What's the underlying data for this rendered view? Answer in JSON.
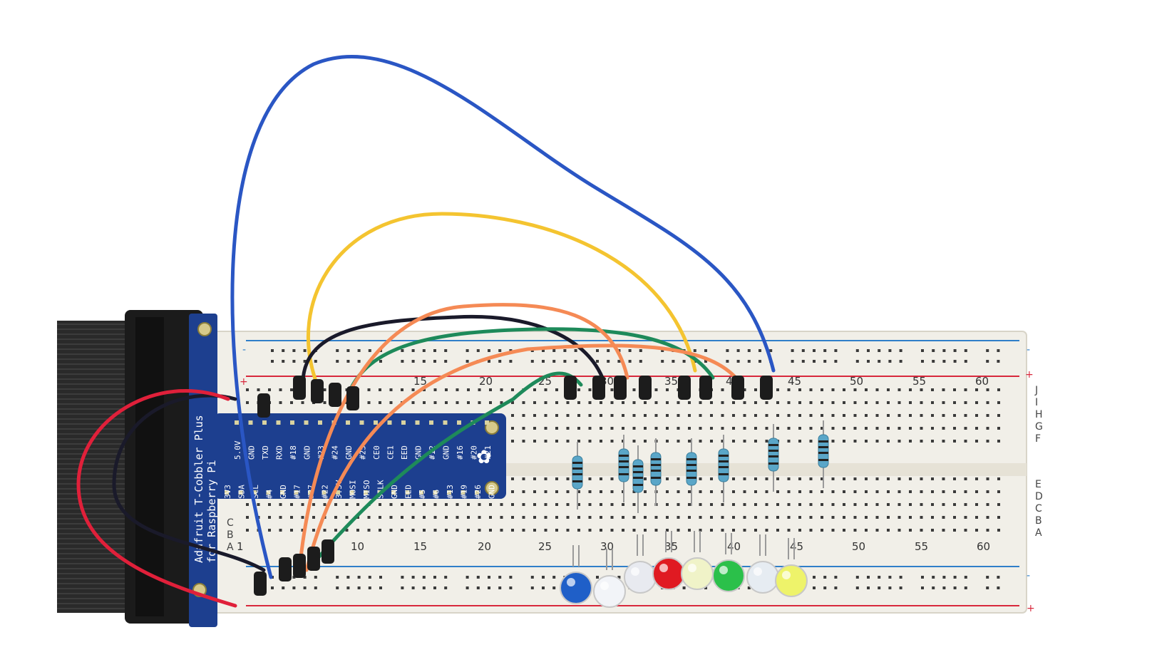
{
  "breadboard": {
    "column_numbers_top": [
      "15",
      "20",
      "25",
      "30",
      "35",
      "40",
      "45",
      "50",
      "55",
      "60"
    ],
    "column_numbers_bottom": [
      "1",
      "10",
      "15",
      "20",
      "25",
      "30",
      "35",
      "40",
      "45",
      "50",
      "55",
      "60"
    ],
    "row_letters_top": [
      "J",
      "I",
      "H",
      "G",
      "F"
    ],
    "row_letters_bottom": [
      "E",
      "D",
      "C",
      "B",
      "A"
    ],
    "rail_minus": "-",
    "rail_plus": "+",
    "colors": {
      "board": "#f1efe8",
      "rail_red": "#d8283c",
      "rail_blue": "#2f7fc9",
      "hole": "#3a3a3a"
    }
  },
  "cobbler": {
    "title_line1": "Adafruit T-Cobbler Plus",
    "title_line2": "for Raspberry Pi",
    "pins_top": [
      "5.0V",
      "GND",
      "TXD",
      "RXD",
      "#18",
      "GND",
      "#23",
      "#24",
      "GND",
      "#25",
      "CE0",
      "CE1",
      "EED",
      "GND",
      "#12",
      "GND",
      "#16",
      "#20",
      "#21"
    ],
    "pins_bottom": [
      "3V3",
      "SDA",
      "SCL",
      "#4",
      "GND",
      "#17",
      "#27",
      "#22",
      "3.3V",
      "MOSI",
      "MISO",
      "SCLK",
      "GND",
      "EED",
      "#5",
      "#6",
      "#13",
      "#19",
      "#26",
      "GND"
    ],
    "colors": {
      "pcb": "#1d3f8f",
      "silk": "#ffffff"
    }
  },
  "wires": {
    "colors": {
      "blue": "#2a56c4",
      "yellow": "#f4c430",
      "black": "#1a1a2a",
      "green": "#1e8a5a",
      "orange": "#f58a55",
      "red": "#e0203a"
    }
  },
  "leds": {
    "colors": [
      "#1f5fc8",
      "#f2f4f8",
      "#e8eaf0",
      "#e01a22",
      "#f0f3c8",
      "#2bc04a",
      "#e6ecf2",
      "#eef36a"
    ]
  }
}
